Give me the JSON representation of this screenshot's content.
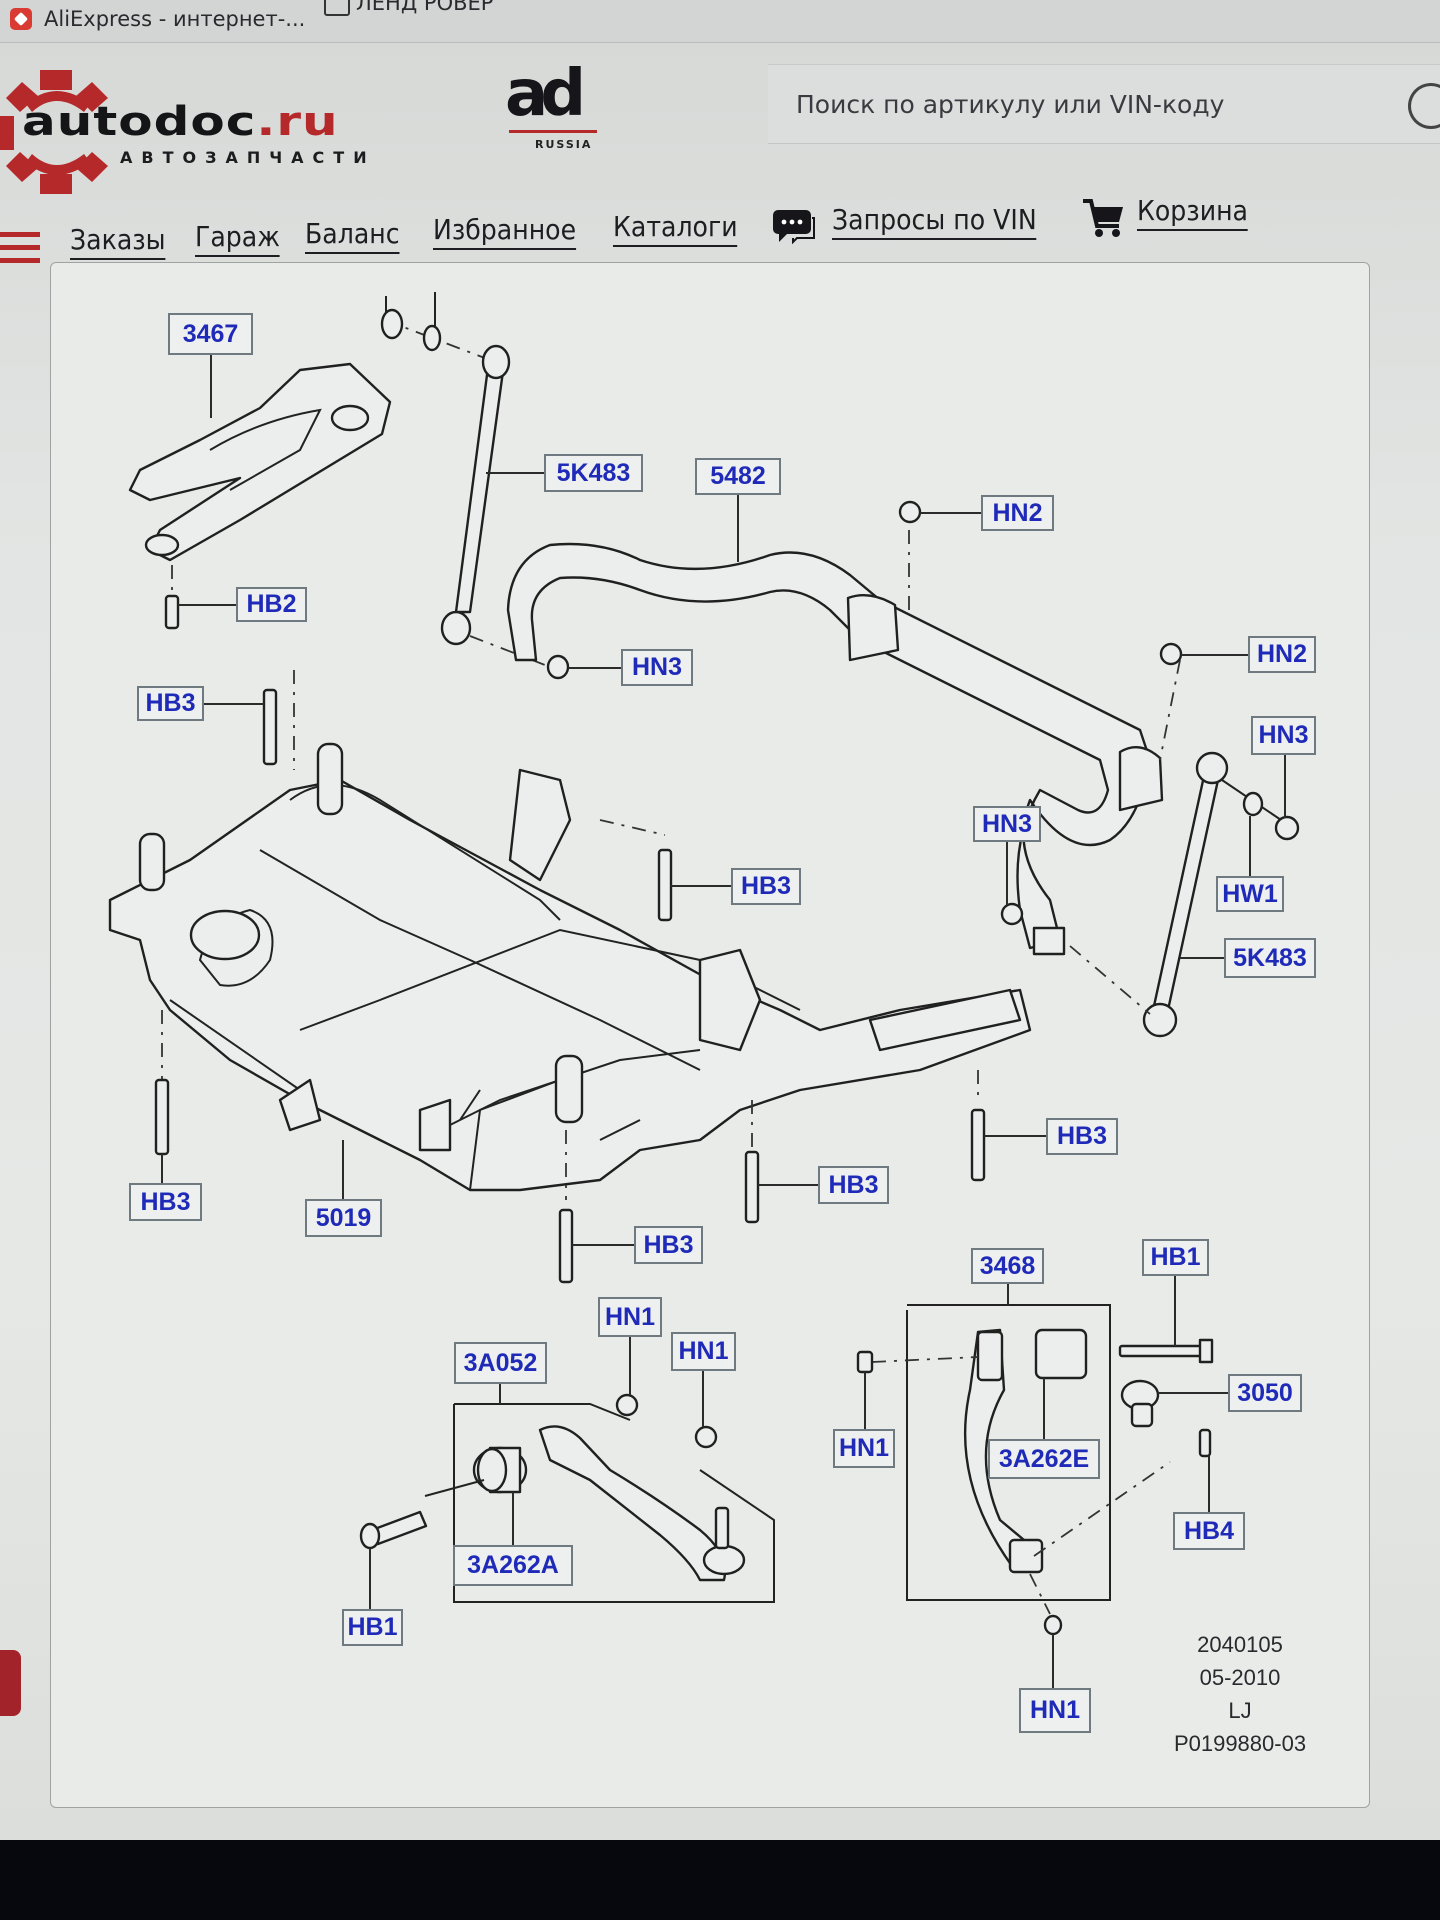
{
  "browser": {
    "bookmarks": [
      {
        "label": "AliExpress - интернет-...",
        "icon": "aliexpress-icon"
      },
      {
        "label": "ЛЕНД РОВЕР",
        "icon": "folder-icon"
      }
    ]
  },
  "header": {
    "logo_text": "autodoc",
    "logo_suffix": ".ru",
    "logo_tagline": "АВТОЗАПЧАСТИ",
    "partner_logo": "ad",
    "partner_sub": "RUSSIA",
    "search": {
      "placeholder": "Поиск по артикулу или VIN-коду",
      "value": "",
      "icon": "search-icon"
    }
  },
  "nav": {
    "menu_icon": "hamburger-menu-icon",
    "items": [
      {
        "label": "Заказы"
      },
      {
        "label": "Гараж"
      },
      {
        "label": "Баланс"
      },
      {
        "label": "Избранное"
      },
      {
        "label": "Каталоги"
      },
      {
        "label": "Запросы по VIN",
        "icon": "chat-icon"
      },
      {
        "label": "Корзина",
        "icon": "cart-icon"
      }
    ]
  },
  "diagram": {
    "callouts": [
      {
        "id": "3467"
      },
      {
        "id": "5K483"
      },
      {
        "id": "5482"
      },
      {
        "id": "HN2"
      },
      {
        "id": "HB2"
      },
      {
        "id": "HN3"
      },
      {
        "id": "HN2"
      },
      {
        "id": "HB3"
      },
      {
        "id": "HN3"
      },
      {
        "id": "HN3"
      },
      {
        "id": "HB3"
      },
      {
        "id": "HW1"
      },
      {
        "id": "5K483"
      },
      {
        "id": "HB3"
      },
      {
        "id": "HB3"
      },
      {
        "id": "HB3"
      },
      {
        "id": "5019"
      },
      {
        "id": "HB3"
      },
      {
        "id": "3468"
      },
      {
        "id": "HB1"
      },
      {
        "id": "HN1"
      },
      {
        "id": "3A052"
      },
      {
        "id": "HN1"
      },
      {
        "id": "3050"
      },
      {
        "id": "HN1"
      },
      {
        "id": "3A262E"
      },
      {
        "id": "HB4"
      },
      {
        "id": "3A262A"
      },
      {
        "id": "HB1"
      },
      {
        "id": "HN1"
      }
    ],
    "drawing_info": [
      "2040105",
      "05-2010",
      "LJ",
      "P0199880-03"
    ],
    "callout_text_color": "#1f2bb8"
  },
  "colors": {
    "brand_red": "#b5292a",
    "bezel": "#07080d"
  }
}
